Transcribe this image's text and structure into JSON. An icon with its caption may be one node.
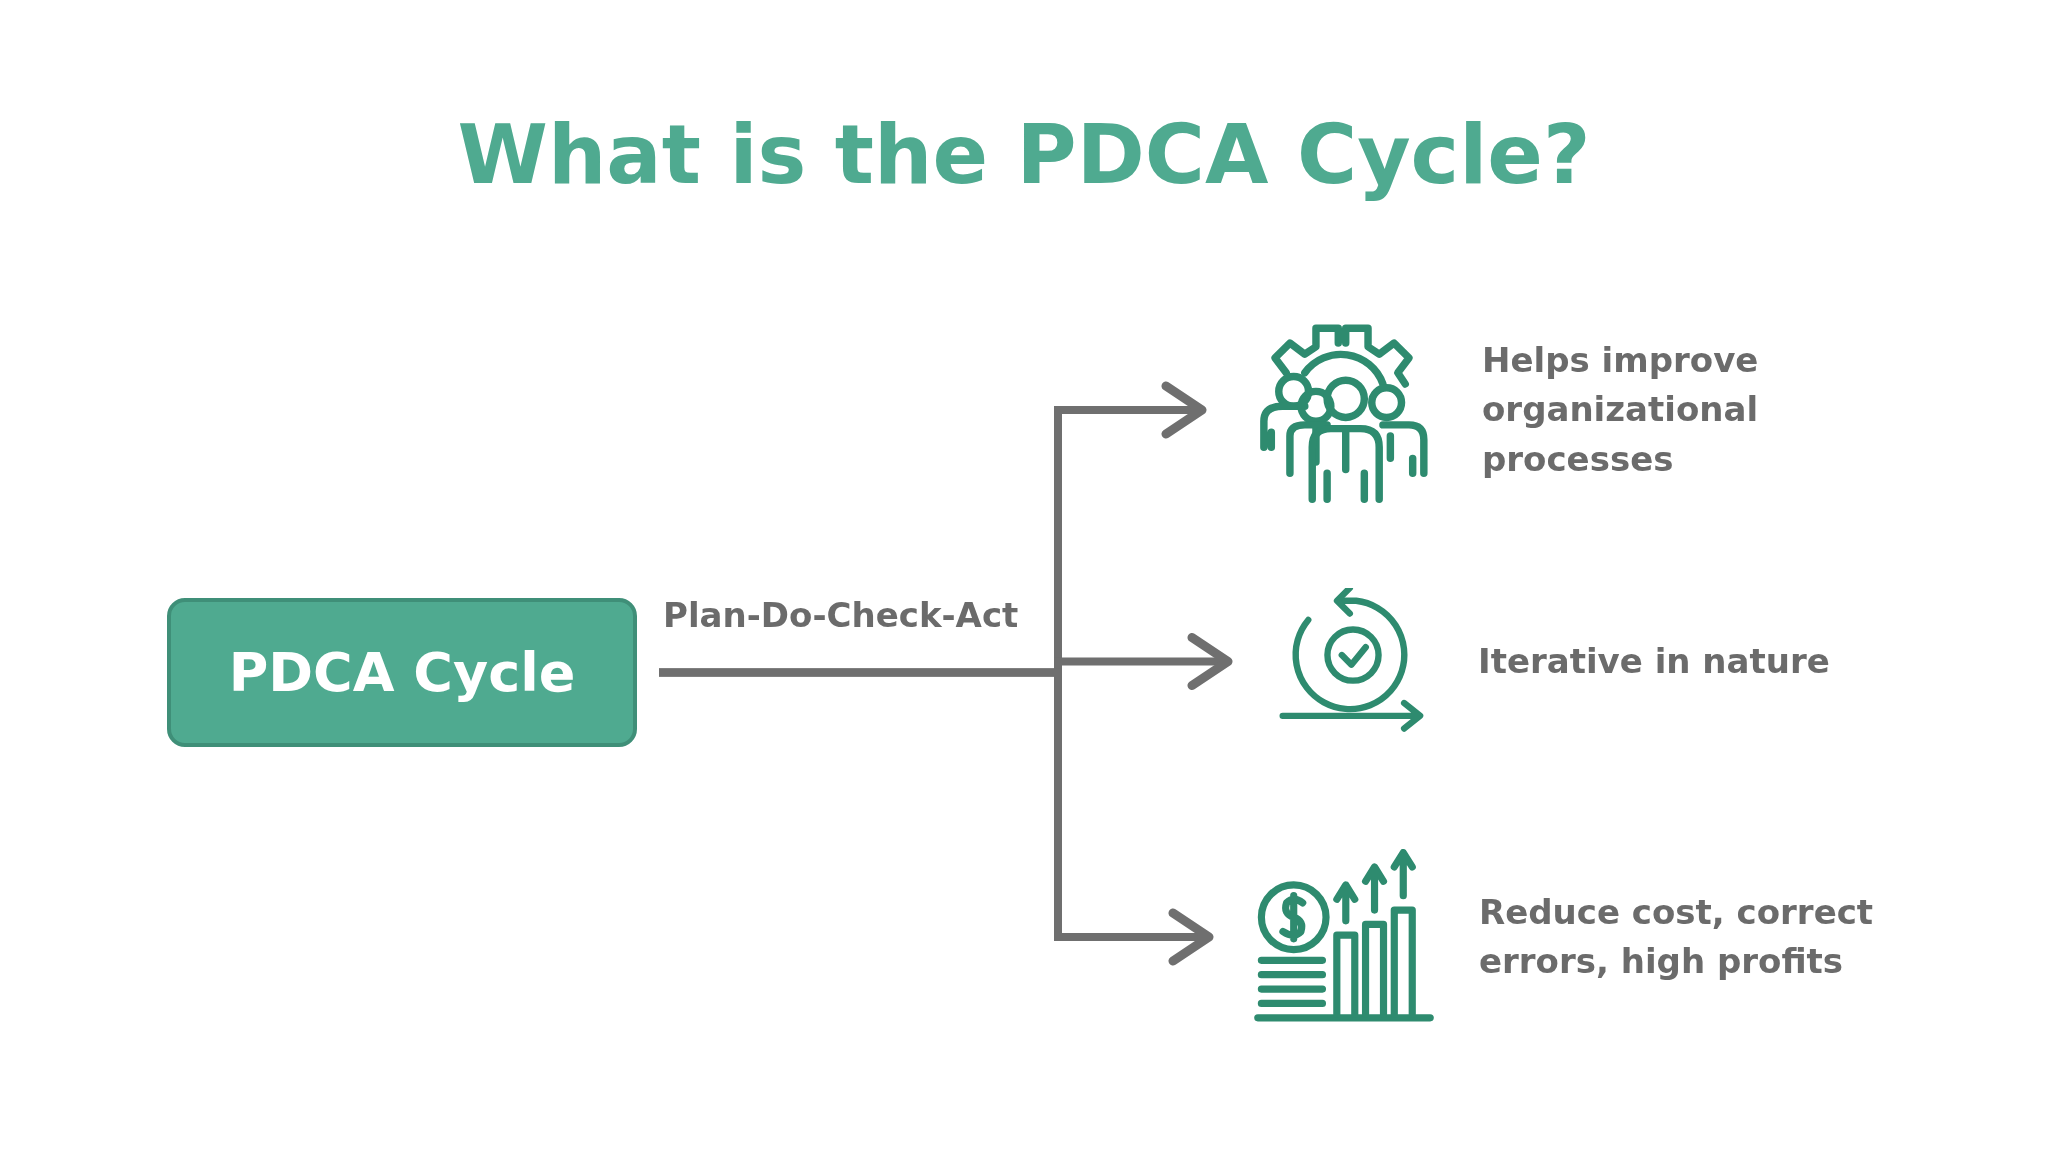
{
  "diagram": {
    "title": "What is the PDCA Cycle?",
    "nodes": [
      {
        "text": [
          "PDCA Cycle"
        ]
      },
      {
        "text": [
          "Helps improve organizational processes"
        ]
      },
      {
        "text": [
          "Iterative in nature"
        ]
      },
      {
        "text": [
          "Reduce cost, correct errors, high profits"
        ]
      }
    ],
    "edges": [
      {
        "from": 0,
        "to": 1,
        "arrow": "to"
      },
      {
        "from": 0,
        "to": 2,
        "arrow": "to",
        "label": "Plan-Do-Check-Act"
      },
      {
        "from": 0,
        "to": 3,
        "arrow": "to"
      }
    ]
  }
}
